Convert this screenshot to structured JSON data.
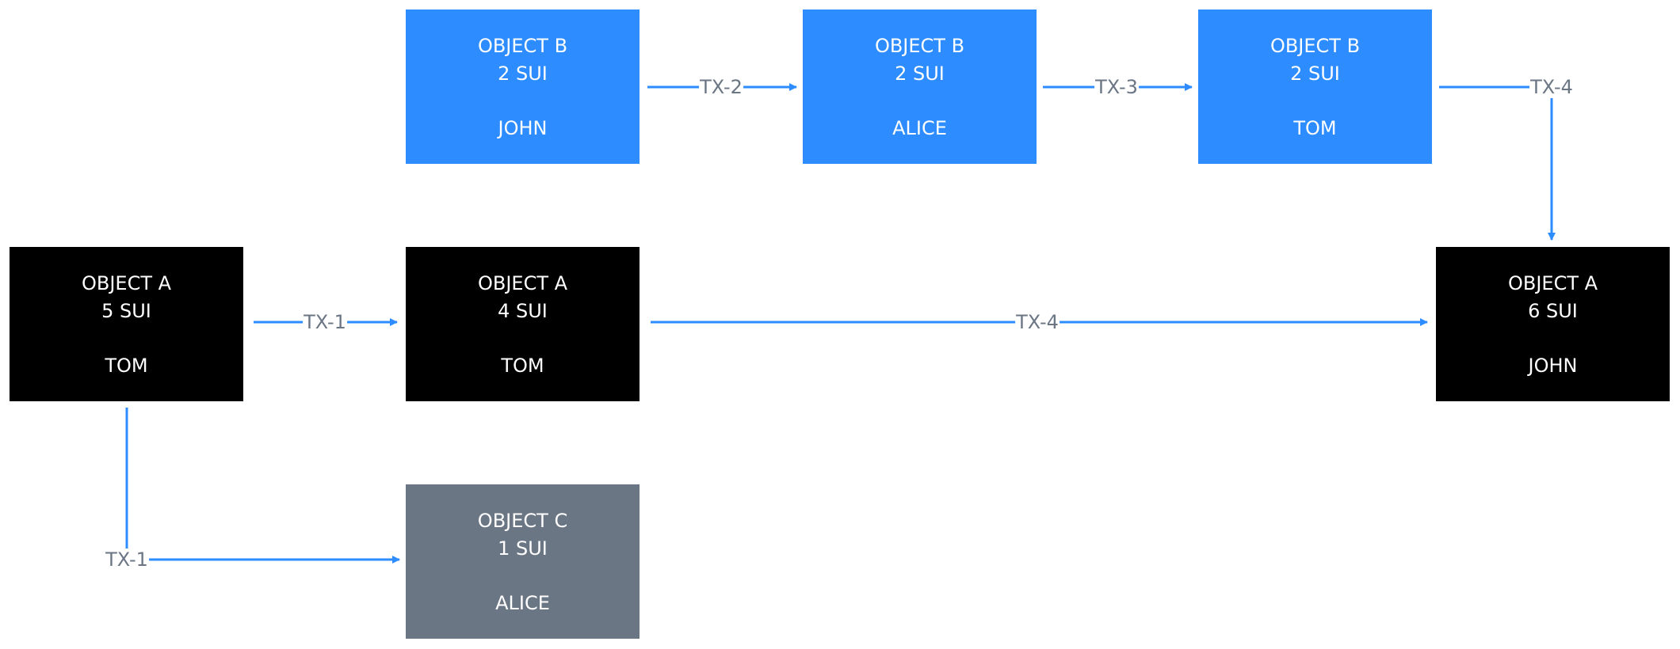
{
  "colors": {
    "owned_by_address": "#2d8cff",
    "owned_by_address_alt": "#000000",
    "new_object": "#6b7685",
    "edge": "#2d8cff",
    "edge_label": "#6b7685"
  },
  "nodes": [
    {
      "id": "b1",
      "name": "OBJECT B",
      "amount": "2 SUI",
      "owner": "JOHN",
      "color": "#2d8cff"
    },
    {
      "id": "b2",
      "name": "OBJECT B",
      "amount": "2 SUI",
      "owner": "ALICE",
      "color": "#2d8cff"
    },
    {
      "id": "b3",
      "name": "OBJECT B",
      "amount": "2 SUI",
      "owner": "TOM",
      "color": "#2d8cff"
    },
    {
      "id": "a1",
      "name": "OBJECT A",
      "amount": "5 SUI",
      "owner": "TOM",
      "color": "#000000"
    },
    {
      "id": "a2",
      "name": "OBJECT A",
      "amount": "4 SUI",
      "owner": "TOM",
      "color": "#000000"
    },
    {
      "id": "a3",
      "name": "OBJECT A",
      "amount": "6 SUI",
      "owner": "JOHN",
      "color": "#000000"
    },
    {
      "id": "c1",
      "name": "OBJECT C",
      "amount": "1 SUI",
      "owner": "ALICE",
      "color": "#6b7685"
    }
  ],
  "edges": [
    {
      "from": "b1",
      "to": "b2",
      "label": "TX-2"
    },
    {
      "from": "b2",
      "to": "b3",
      "label": "TX-3"
    },
    {
      "from": "b3",
      "to": "a3",
      "label": "TX-4"
    },
    {
      "from": "a1",
      "to": "a2",
      "label": "TX-1"
    },
    {
      "from": "a2",
      "to": "a3",
      "label": "TX-4"
    },
    {
      "from": "a1",
      "to": "c1",
      "label": "TX-1"
    }
  ]
}
